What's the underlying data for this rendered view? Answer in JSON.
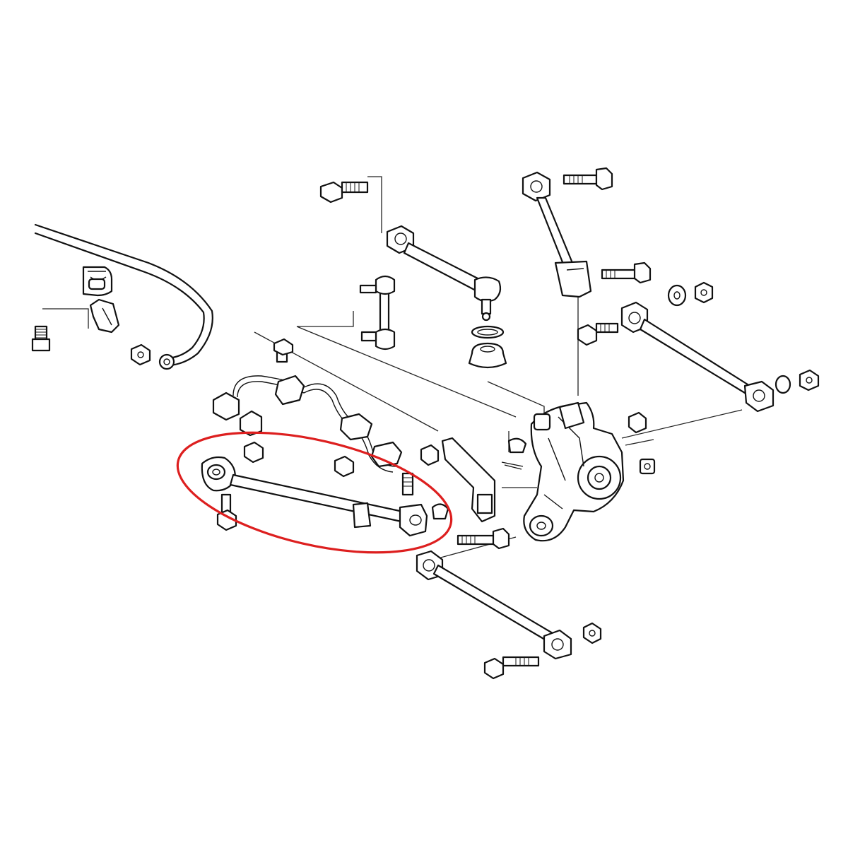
{
  "diagram": {
    "style": "exploded-parts line drawing",
    "highlight": {
      "shape": "ellipse",
      "color": "#dd1f1f",
      "target": "lower-control-arm"
    },
    "parts": [
      "stabilizer-bar",
      "stabilizer-bushing",
      "stabilizer-bracket",
      "stabilizer-link",
      "upper-arm",
      "compensator-arm",
      "trailing-arm",
      "lower-control-arm",
      "rear-toe-link",
      "knuckle",
      "abs-sensor-harness",
      "ball-joint-boot"
    ],
    "colors": {
      "line": "#111111",
      "background": "#ffffff",
      "highlight": "#dd1f1f"
    }
  }
}
